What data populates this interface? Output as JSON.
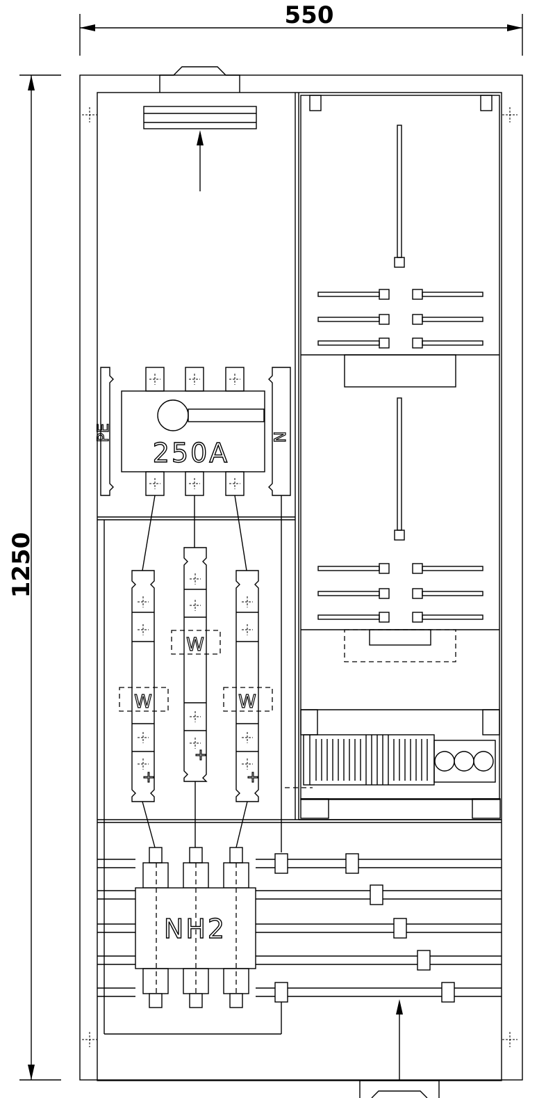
{
  "dimensions": {
    "width_label": "550",
    "height_label": "1250"
  },
  "labels": {
    "switch_rating": "250A",
    "pe_label": "PE",
    "n_label": "N",
    "fuse_base": "NH2",
    "w_label": "W",
    "plus_sign": "+"
  }
}
